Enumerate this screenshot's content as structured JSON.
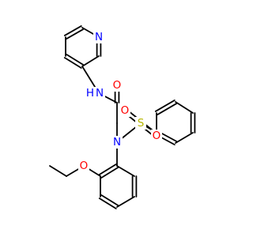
{
  "molecule": {
    "colors": {
      "bond": "#000000",
      "N": "#0000ff",
      "O": "#ff0000",
      "S": "#b5b500",
      "background": "#ffffff"
    },
    "atoms": [
      {
        "id": "a-n-pyridine",
        "label": "N",
        "element": "N"
      },
      {
        "id": "a-n-amide",
        "label": "H",
        "element": "N"
      },
      {
        "id": "a-o-carbonyl",
        "label": "O",
        "element": "O"
      },
      {
        "id": "a-n-sulfonamide",
        "label": "N",
        "element": "N"
      },
      {
        "id": "a-s-sulfonyl",
        "label": "S",
        "element": "S"
      },
      {
        "id": "a-o-sulfonyl-1",
        "label": "O",
        "element": "O"
      },
      {
        "id": "a-o-sulfonyl-2",
        "label": "O",
        "element": "O"
      },
      {
        "id": "a-o-ether",
        "label": "O",
        "element": "O"
      }
    ],
    "amide_n_label": "N"
  }
}
